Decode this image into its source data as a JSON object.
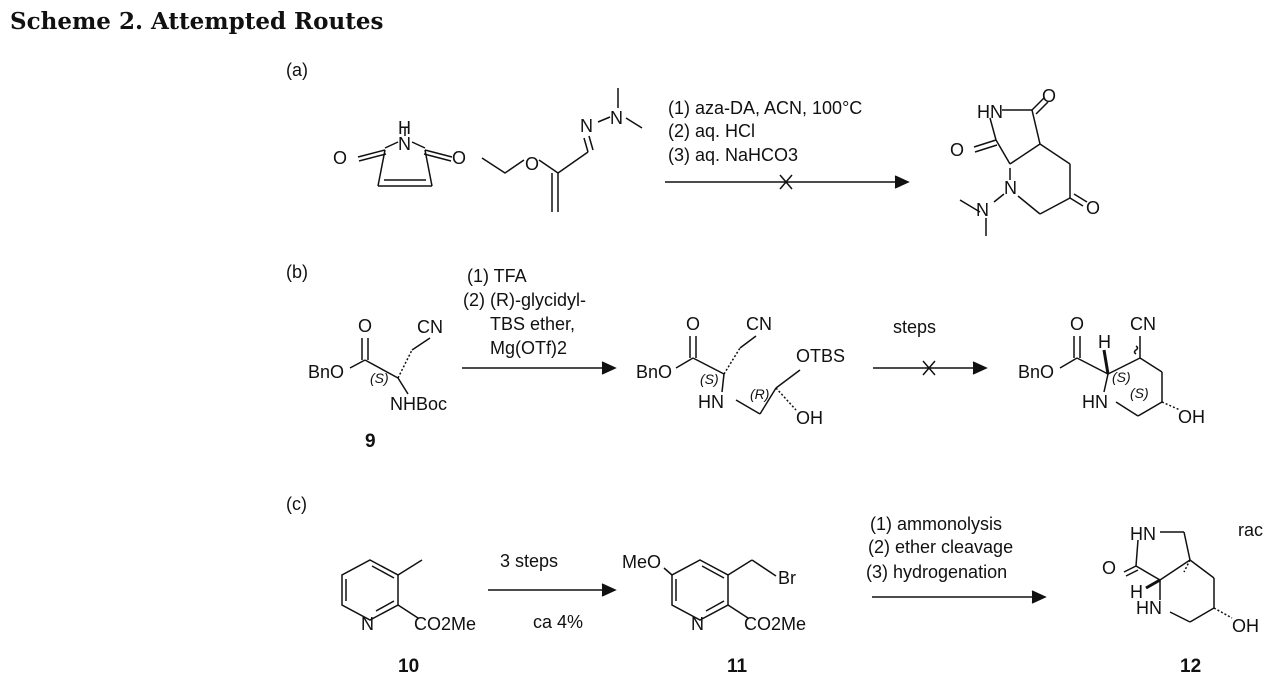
{
  "title": "Scheme 2. Attempted Routes",
  "panels": {
    "a": {
      "label": "(a)",
      "conditions": [
        "(1) aza-DA, ACN, 100°C",
        "(2) aq. HCl",
        "(3) aq. NaHCO3"
      ],
      "reactant1_atoms": {
        "o_left": "O",
        "o_right": "O",
        "n": "N",
        "h": "H"
      },
      "reactant2_atoms": {
        "o": "O",
        "n1": "N",
        "n2": "N"
      },
      "product_atoms": {
        "hn": "HN",
        "o1": "O",
        "o2": "O",
        "o3": "O",
        "n": "N",
        "n2": "N"
      }
    },
    "b": {
      "label": "(b)",
      "conditions": [
        "(1) TFA",
        "(2) (R)-glycidyl-",
        "TBS ether,",
        "Mg(OTf)2"
      ],
      "steps_label": "steps",
      "sm": {
        "o": "O",
        "cn": "CN",
        "bno": "BnO",
        "s": "(S)",
        "nhboc": "NHBoc",
        "number": "9"
      },
      "int": {
        "o": "O",
        "cn": "CN",
        "bno": "BnO",
        "s": "(S)",
        "r": "(R)",
        "hn": "HN",
        "otbs": "OTBS",
        "oh": "OH"
      },
      "prod": {
        "o": "O",
        "h": "H",
        "cn": "CN",
        "bno": "BnO",
        "s1": "(S)",
        "s2": "(S)",
        "hn": "HN",
        "oh": "OH"
      }
    },
    "c": {
      "label": "(c)",
      "step1_top": "3 steps",
      "step1_bottom": "ca 4%",
      "conditions": [
        "(1) ammonolysis",
        "(2) ether cleavage",
        "(3) hydrogenation"
      ],
      "c10": {
        "n": "N",
        "ester": "CO2Me",
        "number": "10"
      },
      "c11": {
        "meo": "MeO",
        "br": "Br",
        "n": "N",
        "ester": "CO2Me",
        "number": "11"
      },
      "c12": {
        "hn1": "HN",
        "o": "O",
        "h": "H",
        "hn2": "HN",
        "oh": "OH",
        "rac": "rac",
        "number": "12"
      }
    }
  }
}
